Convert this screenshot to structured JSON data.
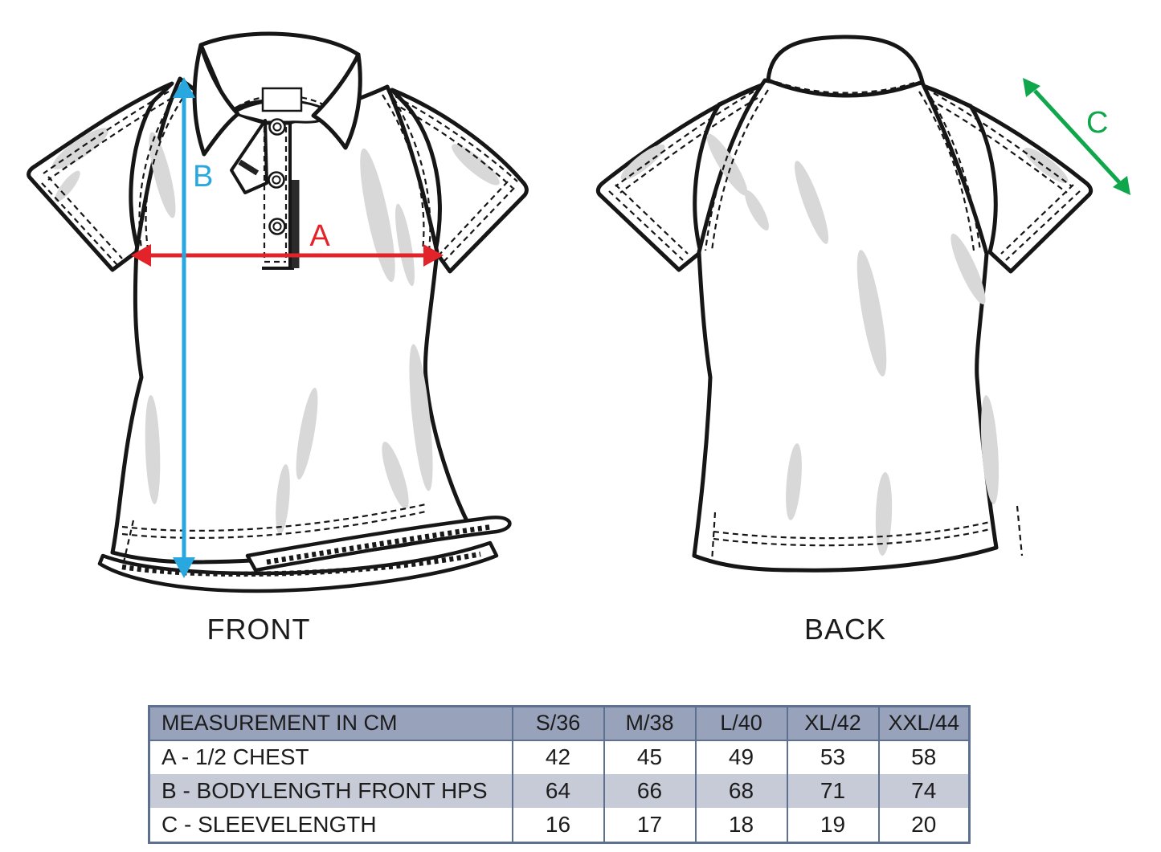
{
  "labels": {
    "front": "FRONT",
    "back": "BACK",
    "arrow_a": "A",
    "arrow_b": "B",
    "arrow_c": "C"
  },
  "colors": {
    "arrow_a": "#e2232a",
    "arrow_b": "#29a8e0",
    "arrow_c": "#10a64c",
    "table_header_bg": "#98a2ba",
    "table_alt_row_bg": "#c7cbd8",
    "table_border": "#5d7090",
    "line_black": "#161616",
    "shading_gray": "#d8d8d8"
  },
  "table": {
    "header": [
      "MEASUREMENT IN CM",
      "S/36",
      "M/38",
      "L/40",
      "XL/42",
      "XXL/44"
    ],
    "rows": [
      {
        "label": "A - 1/2 CHEST",
        "values": [
          "42",
          "45",
          "49",
          "53",
          "58"
        ]
      },
      {
        "label": "B - BODYLENGTH FRONT HPS",
        "values": [
          "64",
          "66",
          "68",
          "71",
          "74"
        ]
      },
      {
        "label": "C - SLEEVELENGTH",
        "values": [
          "16",
          "17",
          "18",
          "19",
          "20"
        ]
      }
    ]
  }
}
